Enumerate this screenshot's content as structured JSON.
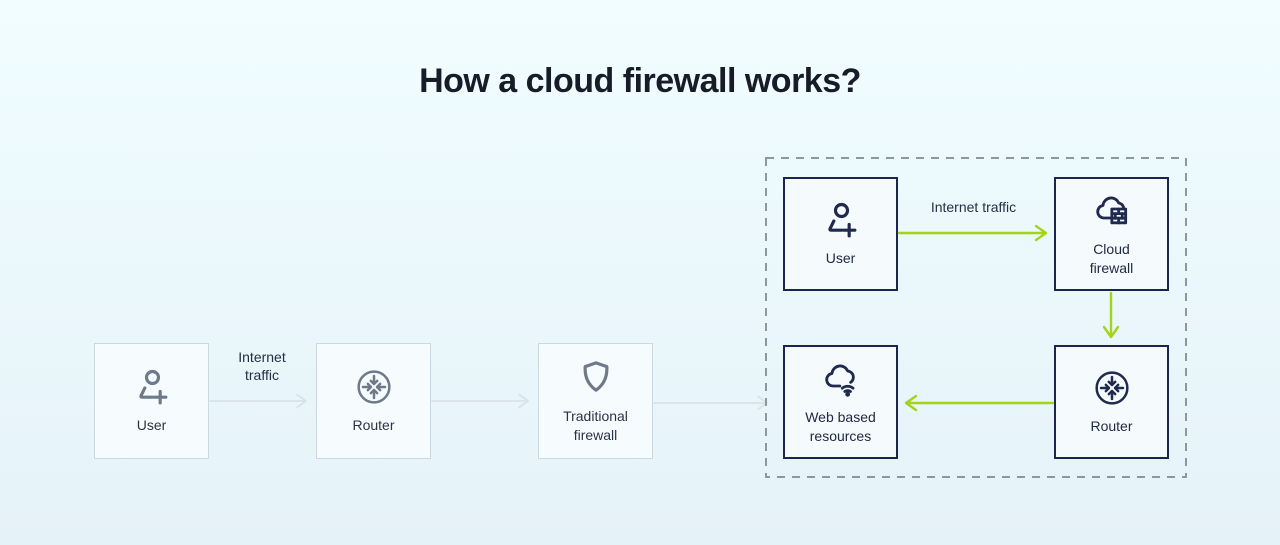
{
  "title": "How a cloud firewall works?",
  "colors": {
    "background": "#ebf8fc",
    "accent_green": "#a3d419",
    "navy_border": "#1b2550",
    "light_border": "#ccd8e0",
    "gray_arrow": "#d8e2e8",
    "dashed_border": "#8d979e",
    "title_text": "#171c28",
    "label_text": "#262f41"
  },
  "left_flow": {
    "arrow_label": "Internet\ntraffic",
    "nodes": [
      {
        "label": "User",
        "icon": "user-plus-icon"
      },
      {
        "label": "Router",
        "icon": "router-icon"
      },
      {
        "label": "Traditional\nfirewall",
        "icon": "shield-icon"
      }
    ]
  },
  "cloud_flow": {
    "arrow_label": "Internet traffic",
    "nodes": [
      {
        "label": "User",
        "icon": "user-plus-icon"
      },
      {
        "label": "Cloud\nfirewall",
        "icon": "cloud-firewall-icon"
      },
      {
        "label": "Web based\nresources",
        "icon": "cloud-wifi-icon"
      },
      {
        "label": "Router",
        "icon": "router-icon"
      }
    ]
  }
}
